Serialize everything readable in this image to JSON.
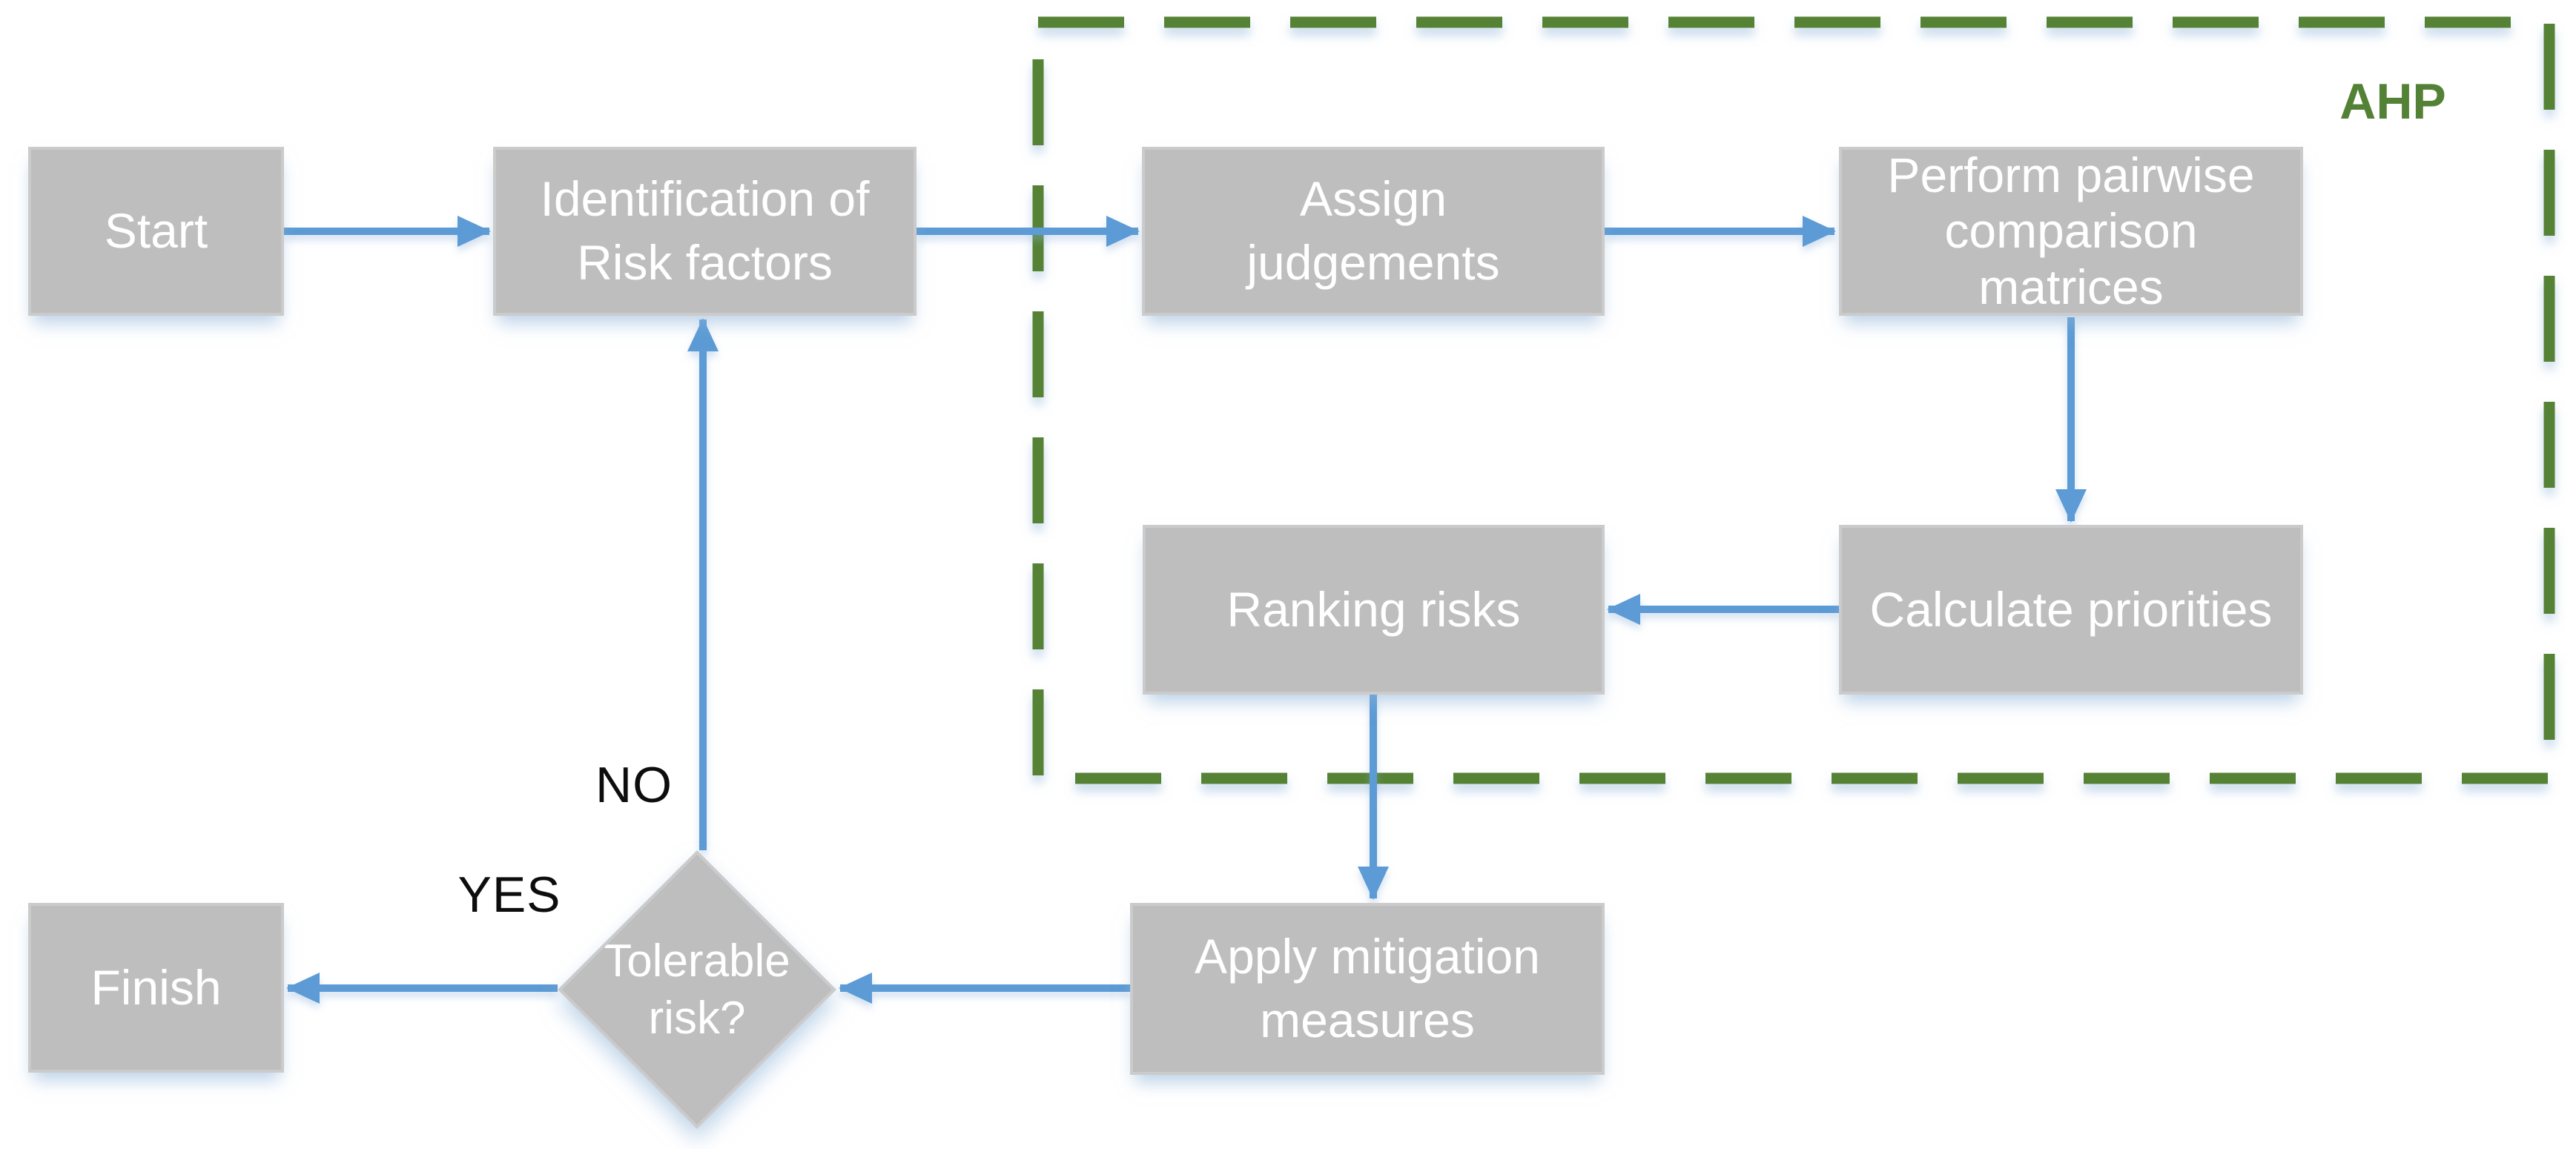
{
  "diagram": {
    "nodes": {
      "start": {
        "label": "Start"
      },
      "identification": {
        "label": "Identification of\nRisk factors"
      },
      "assign_judgements": {
        "label": "Assign\njudgements"
      },
      "pairwise_matrices": {
        "label": "Perform pairwise\ncomparison\nmatrices"
      },
      "calculate_priorities": {
        "label": "Calculate priorities"
      },
      "ranking_risks": {
        "label": "Ranking risks"
      },
      "apply_mitigation": {
        "label": "Apply mitigation\nmeasures"
      },
      "tolerable_risk": {
        "label": "Tolerable\nrisk?"
      },
      "finish": {
        "label": "Finish"
      }
    },
    "edge_labels": {
      "no": "NO",
      "yes": "YES"
    },
    "group": {
      "label": "AHP"
    },
    "colors": {
      "node_fill": "#bebebe",
      "node_border": "#cbcbcb",
      "node_text": "#ffffff",
      "arrow_blue": "#5b9bd5",
      "group_green": "#548235",
      "group_label_green": "#538135",
      "edge_label_text": "#0d0d0d",
      "background": "#ffffff",
      "shadow_tint": "#8fb4d9"
    }
  }
}
